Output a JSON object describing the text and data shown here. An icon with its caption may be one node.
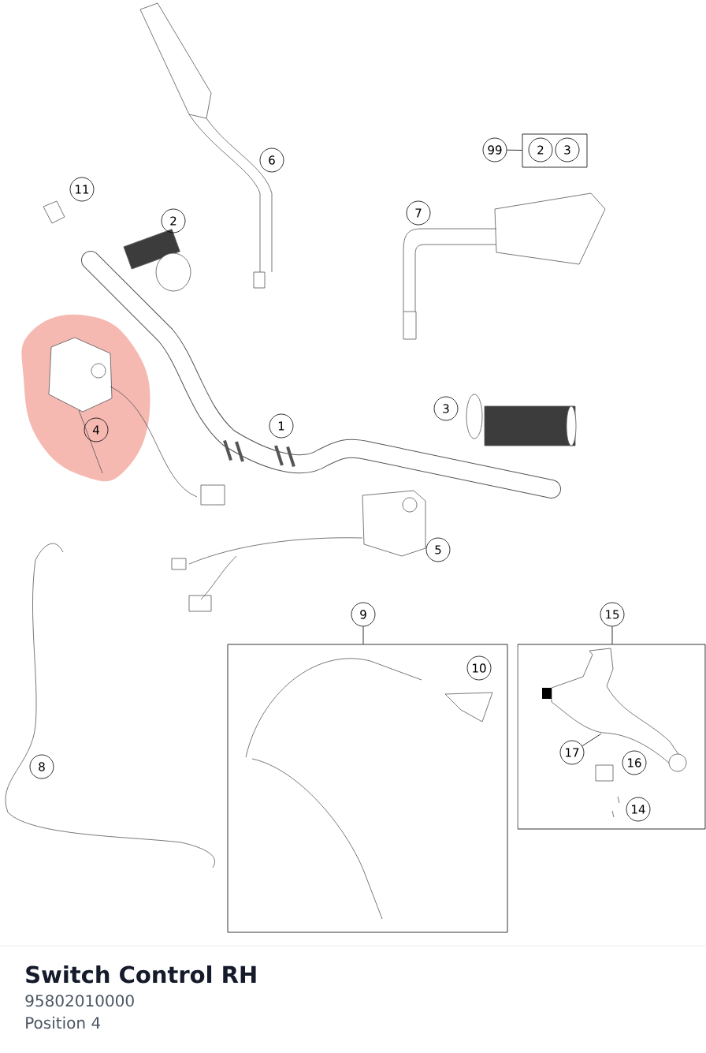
{
  "diagram": {
    "title": "Switch Control RH",
    "nodes": [
      {
        "text": [
          "6"
        ]
      },
      {
        "text": [
          "99"
        ]
      },
      {
        "text": [],
        "shape": "box"
      },
      {
        "text": [
          "2"
        ],
        "in": 2
      },
      {
        "text": [
          "3"
        ],
        "in": 2
      },
      {
        "text": [
          "11"
        ]
      },
      {
        "text": [
          "2"
        ]
      },
      {
        "text": [
          "7"
        ]
      },
      {
        "text": [
          "1"
        ]
      },
      {
        "text": [
          "3"
        ]
      },
      {
        "text": [
          "4"
        ]
      },
      {
        "text": [
          "5"
        ]
      },
      {
        "text": [
          "9"
        ]
      },
      {
        "text": [],
        "shape": "box"
      },
      {
        "text": [
          "10"
        ],
        "in": 13
      },
      {
        "text": [
          "15"
        ]
      },
      {
        "text": [],
        "shape": "box"
      },
      {
        "text": [
          "17"
        ],
        "in": 16
      },
      {
        "text": [],
        "shape": "picture",
        "in": 16
      },
      {
        "text": [
          "16"
        ],
        "in": 16
      },
      {
        "text": [
          "14"
        ],
        "in": 16
      },
      {
        "text": [
          "8"
        ]
      }
    ],
    "edges": [
      {
        "from": 1,
        "to": 2,
        "arrow": "none"
      },
      {
        "from": 12,
        "to": 13,
        "arrow": "none"
      },
      {
        "from": 15,
        "to": 16,
        "arrow": "none"
      },
      {
        "from": 17,
        "to": 18,
        "arrow": "none"
      }
    ],
    "labels": [
      "95802010000",
      "Position 4"
    ]
  }
}
